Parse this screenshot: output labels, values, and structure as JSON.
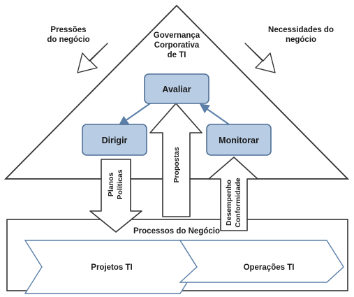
{
  "outer_labels": {
    "pressures": [
      "Pressões",
      "do negócio"
    ],
    "needs": [
      "Necessidades do",
      "negócio"
    ]
  },
  "governance": [
    "Governança",
    "Corporativa",
    "de TI"
  ],
  "boxes": {
    "evaluate": "Avaliar",
    "direct": "Dirigir",
    "monitor": "Monitorar"
  },
  "vertical_arrows": {
    "plans": [
      "Planos",
      "Políticas"
    ],
    "proposals": "Propostas",
    "performance": [
      "Desempenho",
      "Conformidade"
    ]
  },
  "business_processes": {
    "title": "Processos do Negócio",
    "stages": [
      "Projetos TI",
      "Operações TI"
    ]
  },
  "colors": {
    "box_fill": "#b8cce4",
    "box_stroke": "#4f6f96",
    "arrow_stroke": "#5b7fa8",
    "line": "#333333"
  }
}
